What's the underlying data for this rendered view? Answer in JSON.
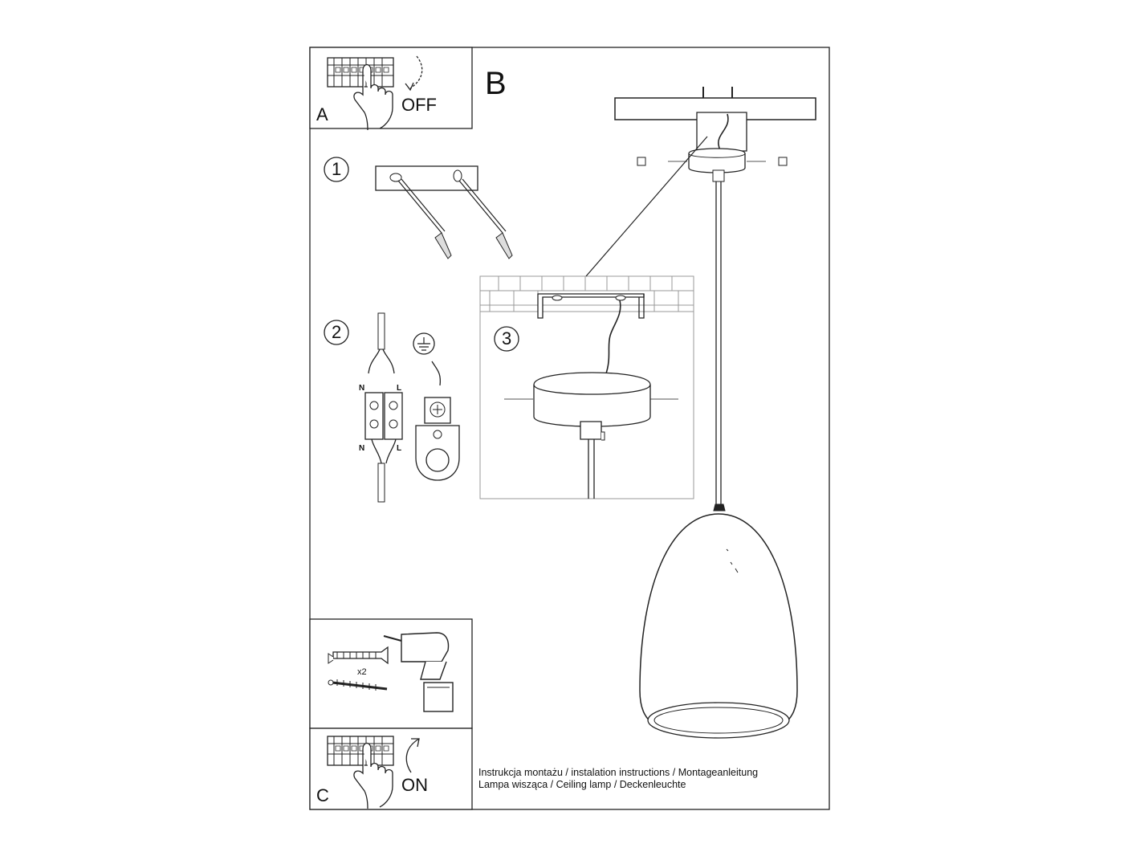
{
  "panels": {
    "a": {
      "letter": "A",
      "switch_text": "OFF"
    },
    "b": {
      "letter": "B"
    },
    "c": {
      "letter": "C",
      "switch_text": "ON",
      "quantity": "x2"
    }
  },
  "steps": {
    "s1": "1",
    "s2": "2",
    "s3": "3"
  },
  "wiring": {
    "neutral": "N",
    "live": "L"
  },
  "caption": {
    "line1": "Instrukcja montażu / instalation instructions / Montageanleitung",
    "line2": "Lampa wisząca / Ceiling lamp  / Deckenleuchte"
  },
  "colors": {
    "line": "#222222",
    "fill": "#ffffff",
    "shade": "#dddddd"
  }
}
